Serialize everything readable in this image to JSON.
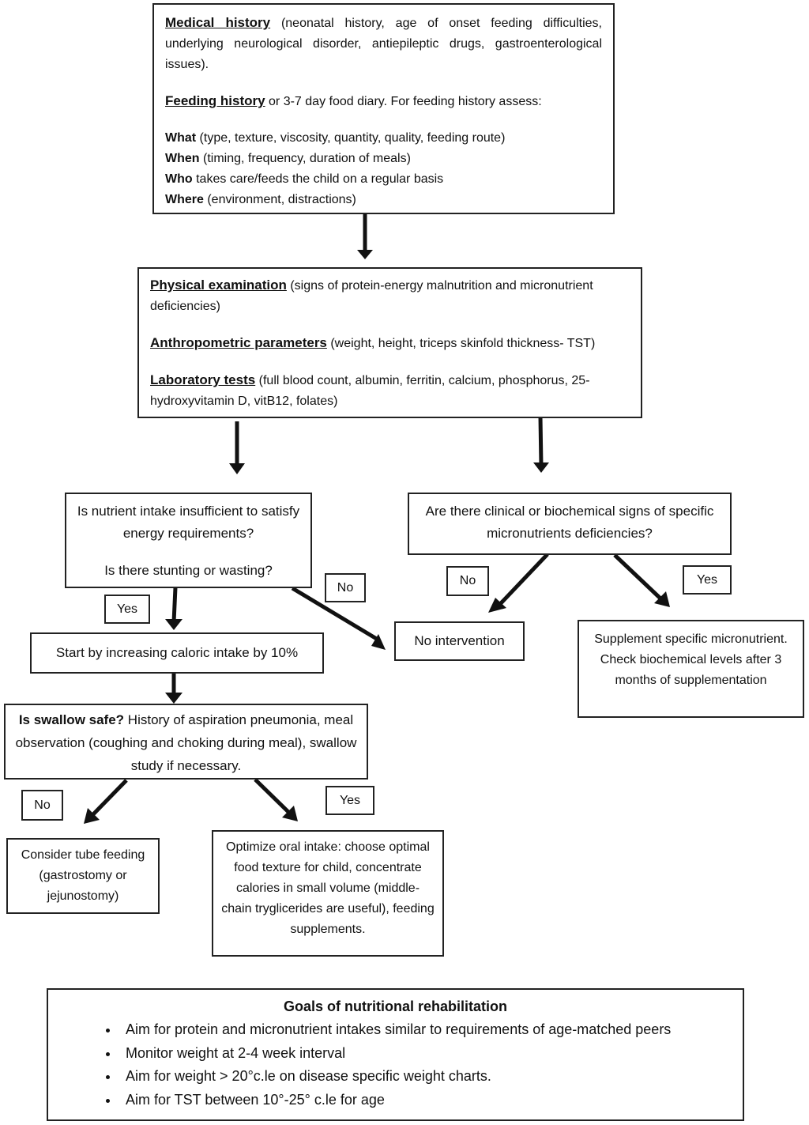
{
  "history_box": {
    "medical_title": "Medical history",
    "medical_text": " (neonatal history, age of onset feeding difficulties, underlying neurological disorder, antiepileptic drugs, gastroenterological issues).",
    "feeding_title": "Feeding history",
    "feeding_text": " or 3-7 day food diary. For feeding history assess:",
    "items": [
      {
        "label": "What",
        "text": " (type, texture, viscosity, quantity, quality, feeding route)"
      },
      {
        "label": "When",
        "text": " (timing, frequency, duration of meals)"
      },
      {
        "label": "Who",
        "text": " takes care/feeds the child on a regular basis"
      },
      {
        "label": "Where",
        "text": " (environment, distractions)"
      }
    ]
  },
  "exam_box": {
    "physical_title": "Physical examination",
    "physical_text": " (signs of protein-energy malnutrition and micronutrient deficiencies)",
    "anthro_title": "Anthropometric parameters",
    "anthro_text": " (weight, height, triceps skinfold thickness- TST)",
    "lab_title": "Laboratory tests",
    "lab_text": " (full blood count, albumin, ferritin, calcium, phosphorus, 25-hydroxyvitamin D, vitB12, folates)"
  },
  "intake_question": {
    "line1": "Is nutrient intake insufficient to satisfy energy requirements?",
    "line2": "Is there stunting or wasting?"
  },
  "micro_question": {
    "text": "Are there clinical or biochemical  signs of specific micronutrients deficiencies?"
  },
  "labels": {
    "yes": "Yes",
    "no": "No"
  },
  "caloric_box": {
    "text": "Start by increasing caloric intake by 10%"
  },
  "no_intervention_box": {
    "text": "No intervention"
  },
  "supplement_box": {
    "text": "Supplement specific micronutrient. Check biochemical levels after 3 months of supplementation"
  },
  "swallow_box": {
    "title": "Is swallow safe?",
    "text": " History of aspiration pneumonia, meal observation (coughing and choking during meal), swallow study if necessary."
  },
  "tube_box": {
    "text": "Consider tube feeding (gastrostomy or jejunostomy)"
  },
  "oral_box": {
    "text": "Optimize oral intake: choose optimal food texture for child, concentrate calories in small volume (middle-chain tryglicerides are useful), feeding supplements."
  },
  "goals_box": {
    "title": "Goals of nutritional rehabilitation",
    "items": [
      "Aim for protein and micronutrient intakes similar to requirements of age-matched peers",
      "Monitor weight at 2-4 week interval",
      "Aim for weight > 20°c.le on disease specific weight charts.",
      "Aim for TST between 10°-25° c.le for age"
    ]
  }
}
